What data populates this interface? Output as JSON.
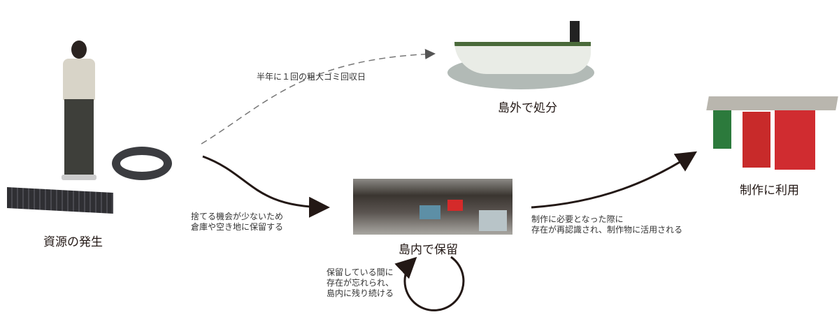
{
  "nodes": {
    "source": {
      "label": "資源の発生"
    },
    "dispose": {
      "label": "島外で処分"
    },
    "storage": {
      "label": "島内で保留"
    },
    "use": {
      "label": "制作に利用"
    }
  },
  "edges": {
    "to_dispose": {
      "label": "半年に１回の粗大ゴミ回収日"
    },
    "to_storage": {
      "label": "捨てる機会が少ないため\n倉庫や空き地に保留する"
    },
    "loop": {
      "label": "保留している間に\n存在が忘れられ、\n島内に残り続ける"
    },
    "to_use": {
      "label": "制作に必要となった際に\n存在が再認識され、制作物に活用される"
    }
  },
  "colors": {
    "ink": "#231815",
    "dashed": "#777777"
  }
}
